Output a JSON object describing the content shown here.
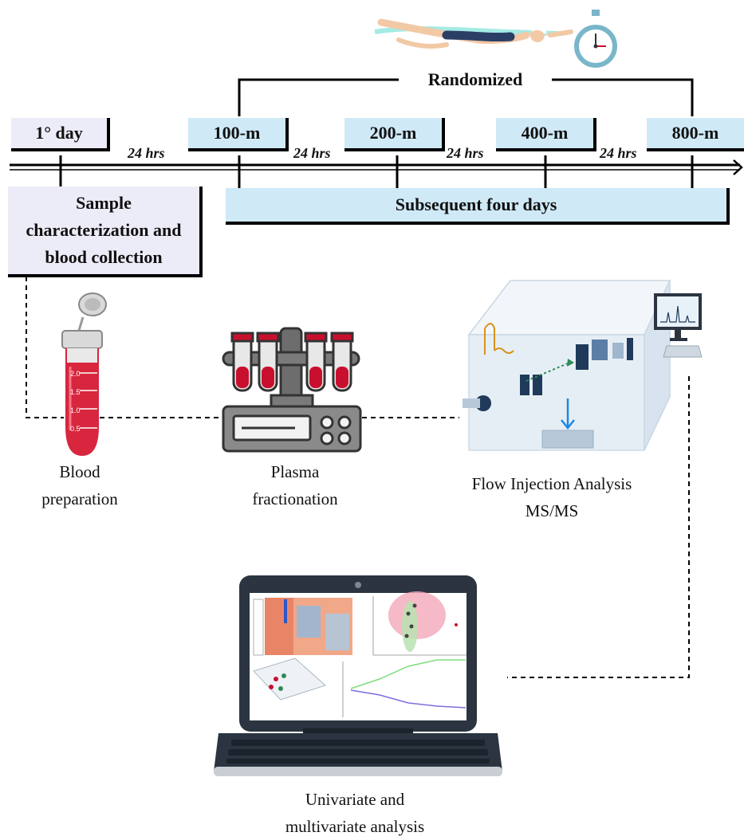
{
  "header": {
    "randomized": "Randomized"
  },
  "timeline": {
    "day1": "1° day",
    "sessions": [
      "100-m",
      "200-m",
      "400-m",
      "800-m"
    ],
    "intervals": [
      "24 hrs",
      "24 hrs",
      "24 hrs",
      "24 hrs"
    ],
    "sample_box": "Sample characterization and blood collection",
    "subsequent": "Subsequent four days"
  },
  "steps": {
    "blood_line1": "Blood",
    "blood_line2": "preparation",
    "plasma_line1": "Plasma",
    "plasma_line2": "fractionation",
    "fia_line1": "Flow Injection Analysis",
    "fia_line2": "MS/MS",
    "analysis_line1": "Univariate and",
    "analysis_line2": "multivariate analysis"
  },
  "tube_labels": [
    "2.0",
    "1.5",
    "1.0",
    "0.5"
  ],
  "colors": {
    "lavender_box": "#ecebf8",
    "blue_box": "#cfe9f7",
    "blood_red": "#c8102e",
    "rack_gray": "#5b5b5b",
    "instrument_blue": "#1f3a5a",
    "laptop_dark": "#2b3440"
  },
  "icons": {
    "swimmer": "swimmer-icon",
    "stopwatch": "stopwatch-icon",
    "tube": "blood-tube-icon",
    "centrifuge": "plasma-rack-icon",
    "instrument": "mass-spectrometer-icon",
    "laptop": "laptop-analysis-icon"
  }
}
